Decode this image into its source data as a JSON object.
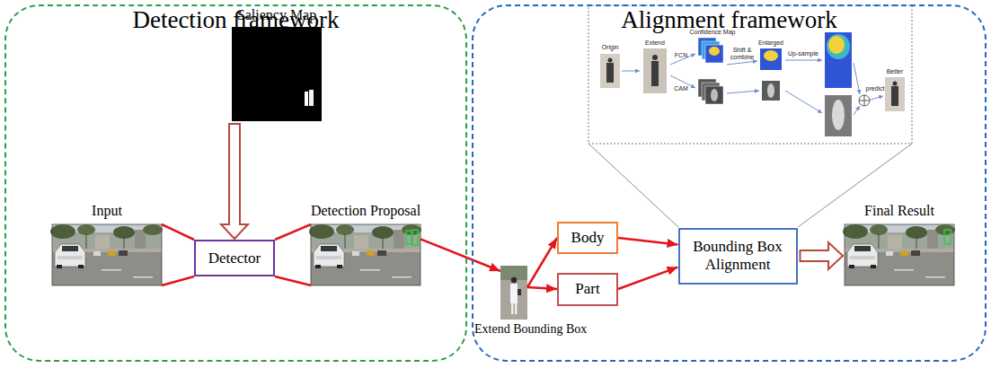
{
  "diagram": {
    "nodes": [
      {
        "text": [
          "Detection framework"
        ]
      },
      {
        "text": [
          "Saliency Map"
        ],
        "in": 0
      },
      {
        "text": [
          "Input"
        ],
        "in": 0
      },
      {
        "text": [
          "Detector"
        ],
        "in": 0
      },
      {
        "text": [
          "Detection Proposal"
        ],
        "in": 0
      },
      {
        "text": [
          "Alignment framework"
        ]
      },
      {
        "text": [
          "Extend Bounding Box"
        ],
        "in": 5
      },
      {
        "text": [
          "Body"
        ],
        "in": 5
      },
      {
        "text": [
          "Part"
        ],
        "in": 5
      },
      {
        "text": [
          "Bounding Box Alignment"
        ],
        "in": 5
      },
      {
        "text": [
          "Final Result"
        ],
        "in": 5
      }
    ],
    "edges": [
      {
        "from": 2,
        "to": 3,
        "arrow": "none"
      },
      {
        "from": 1,
        "to": 3,
        "arrow": "to"
      },
      {
        "from": 3,
        "to": 4,
        "arrow": "none"
      },
      {
        "from": 4,
        "to": 6,
        "arrow": "to"
      },
      {
        "from": 6,
        "to": 7,
        "arrow": "to"
      },
      {
        "from": 6,
        "to": 8,
        "arrow": "to"
      },
      {
        "from": 7,
        "to": 9,
        "arrow": "to"
      },
      {
        "from": 8,
        "to": 9,
        "arrow": "to"
      },
      {
        "from": 9,
        "to": 10,
        "arrow": "to"
      }
    ],
    "labels": [
      "Origin",
      "Extend",
      "FCN",
      "CAM",
      "Confidence Map",
      "Shift & combine",
      "Enlarged",
      "Up-sample",
      "predict",
      "Better"
    ]
  }
}
